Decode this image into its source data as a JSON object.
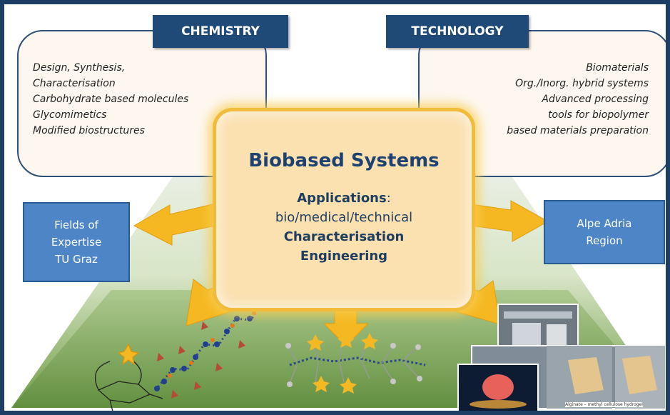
{
  "chemistry": {
    "header": "CHEMISTRY",
    "items": [
      "Design, Synthesis,",
      "Characterisation",
      "Carbohydrate based molecules",
      "Glycomimetics",
      "Modified biostructures"
    ]
  },
  "technology": {
    "header": "TECHNOLOGY",
    "items": [
      "Biomaterials",
      "Org./Inorg. hybrid systems",
      "Advanced  processing",
      "tools for biopolymer",
      "based materials preparation"
    ]
  },
  "center": {
    "title": "Biobased Systems",
    "applications_label": "Applications",
    "applications_colon": ":",
    "applications_value": "bio/medical/technical",
    "line3": "Characterisation",
    "line4": "Engineering"
  },
  "left_box": {
    "lines": [
      "Fields of",
      "Expertise",
      "TU Graz"
    ]
  },
  "right_box": {
    "lines": [
      "Alpe Adria",
      "Region"
    ]
  },
  "photo_caption": "Alginate – methyl cellulose hydrogel",
  "colors": {
    "frame": "#1d3f66",
    "header": "#1f4a77",
    "side_box": "#4d85c6",
    "arrow": "#f5b822",
    "center_fill": "#fbe0b0"
  }
}
